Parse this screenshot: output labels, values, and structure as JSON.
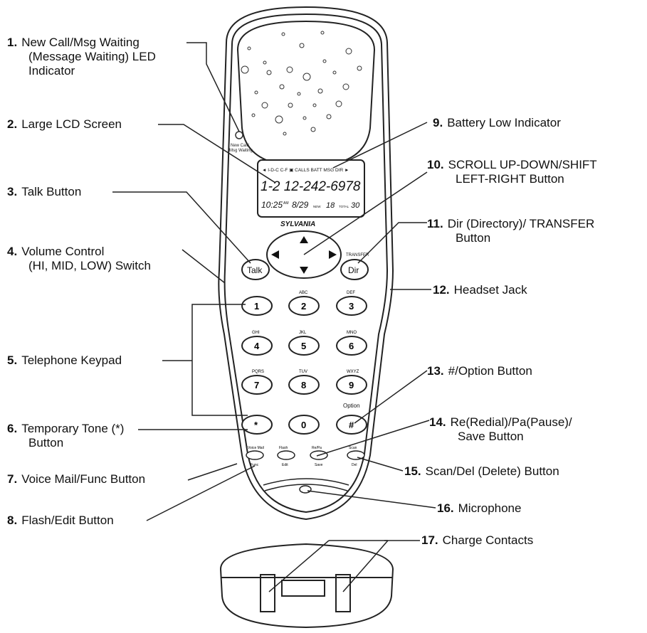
{
  "device": {
    "brand": "SYLVANIA",
    "led_label_line1": "New Call/",
    "led_label_line2": "Msg Waiting",
    "lcd": {
      "status_row": "◄ I-D-C C-F ▣ CALLS BATT MSG DIR ►",
      "number": "1-2 12-242-6978",
      "time": "10:25",
      "am": "AM",
      "date": "8/29",
      "new_label": "NEW",
      "new_count": "18",
      "total_label": "TOTAL",
      "total_count": "30"
    },
    "transfer_label": "TRANSFER",
    "talk_label": "Talk",
    "dir_label": "Dir",
    "option_label": "Option",
    "keys": [
      {
        "digit": "1",
        "letters": ""
      },
      {
        "digit": "2",
        "letters": "ABC"
      },
      {
        "digit": "3",
        "letters": "DEF"
      },
      {
        "digit": "4",
        "letters": "GHI"
      },
      {
        "digit": "5",
        "letters": "JKL"
      },
      {
        "digit": "6",
        "letters": "MNO"
      },
      {
        "digit": "7",
        "letters": "PQRS"
      },
      {
        "digit": "8",
        "letters": "TUV"
      },
      {
        "digit": "9",
        "letters": "WXYZ"
      },
      {
        "digit": "*",
        "letters": ""
      },
      {
        "digit": "0",
        "letters": ""
      },
      {
        "digit": "#",
        "letters": ""
      }
    ],
    "small_buttons": [
      {
        "top": "Voice Mail",
        "bottom": "Func"
      },
      {
        "top": "Flash",
        "bottom": "Edit"
      },
      {
        "top": "Re/Pa",
        "bottom": "Save"
      },
      {
        "top": "Scan",
        "bottom": "Del"
      }
    ]
  },
  "callouts": [
    {
      "num": "1.",
      "lines": [
        "New Call/Msg Waiting",
        "(Message Waiting) LED",
        "Indicator"
      ]
    },
    {
      "num": "2.",
      "lines": [
        "Large LCD Screen"
      ]
    },
    {
      "num": "3.",
      "lines": [
        "Talk Button"
      ]
    },
    {
      "num": "4.",
      "lines": [
        "Volume Control",
        "(HI, MID, LOW) Switch"
      ]
    },
    {
      "num": "5.",
      "lines": [
        "Telephone Keypad"
      ]
    },
    {
      "num": "6.",
      "lines": [
        "Temporary Tone (*)",
        "Button"
      ]
    },
    {
      "num": "7.",
      "lines": [
        "Voice Mail/Func Button"
      ]
    },
    {
      "num": "8.",
      "lines": [
        "Flash/Edit Button"
      ]
    },
    {
      "num": "9.",
      "lines": [
        "Battery Low Indicator"
      ]
    },
    {
      "num": "10.",
      "lines": [
        "SCROLL UP-DOWN/SHIFT",
        "LEFT-RIGHT Button"
      ]
    },
    {
      "num": "11.",
      "lines": [
        "Dir (Directory)/ TRANSFER",
        "Button"
      ]
    },
    {
      "num": "12.",
      "lines": [
        "Headset Jack"
      ]
    },
    {
      "num": "13.",
      "lines": [
        "#/Option Button"
      ]
    },
    {
      "num": "14.",
      "lines": [
        "Re(Redial)/Pa(Pause)/",
        "Save Button"
      ]
    },
    {
      "num": "15.",
      "lines": [
        "Scan/Del (Delete) Button"
      ]
    },
    {
      "num": "16.",
      "lines": [
        "Microphone"
      ]
    },
    {
      "num": "17.",
      "lines": [
        "Charge Contacts"
      ]
    }
  ]
}
